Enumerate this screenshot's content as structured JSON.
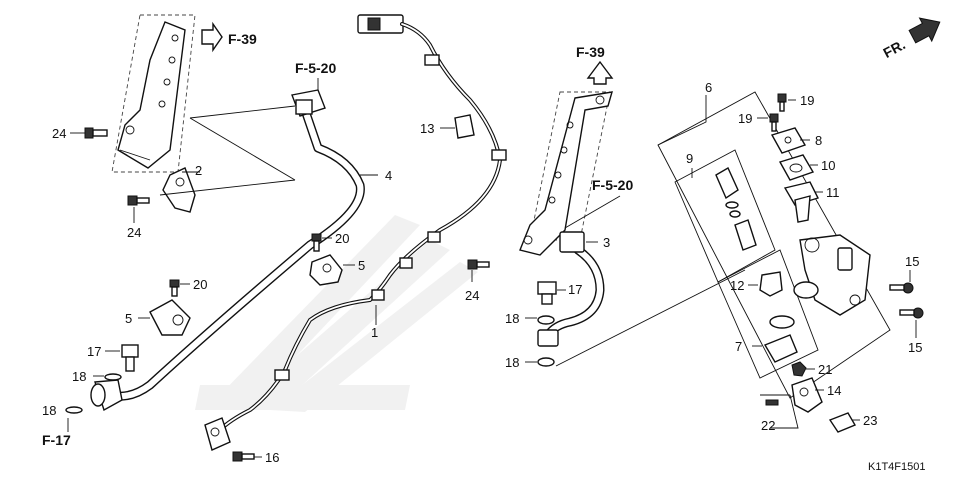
{
  "diagram": {
    "diagram_code": "K1T4F1501",
    "direction_label": "FR.",
    "references": {
      "f39_left": "F-39",
      "f39_center": "F-39",
      "f520_left": "F-5-20",
      "f520_right": "F-5-20",
      "f17": "F-17"
    },
    "callouts": {
      "c1": "1",
      "c2": "2",
      "c3": "3",
      "c4": "4",
      "c5a": "5",
      "c5b": "5",
      "c6": "6",
      "c7": "7",
      "c8": "8",
      "c9": "9",
      "c10": "10",
      "c11": "11",
      "c12": "12",
      "c13": "13",
      "c14": "14",
      "c15a": "15",
      "c15b": "15",
      "c16": "16",
      "c17a": "17",
      "c17b": "17",
      "c18a": "18",
      "c18b": "18",
      "c18c": "18",
      "c18d": "18",
      "c19a": "19",
      "c19b": "19",
      "c20a": "20",
      "c20b": "20",
      "c21": "21",
      "c22": "22",
      "c23": "23",
      "c24a": "24",
      "c24b": "24",
      "c24c": "24"
    }
  }
}
